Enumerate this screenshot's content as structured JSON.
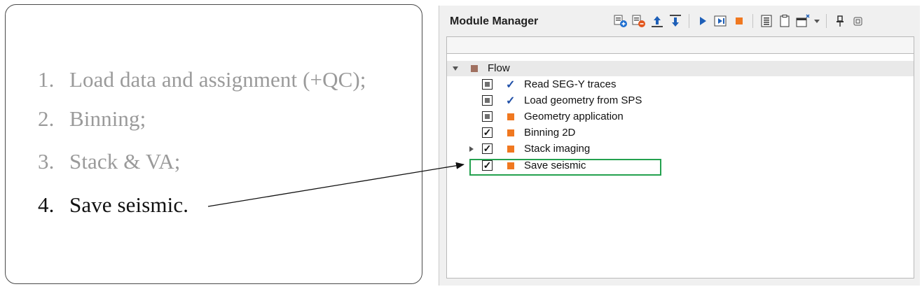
{
  "steps": [
    {
      "num": "1.",
      "text": "Load data and assignment (+QC);",
      "active": false
    },
    {
      "num": "2.",
      "text": "Binning;",
      "active": false
    },
    {
      "num": "3.",
      "text": "Stack & VA;",
      "active": false
    },
    {
      "num": "4.",
      "text": "Save seismic.",
      "active": true
    }
  ],
  "module_manager": {
    "title": "Module Manager",
    "toolbar_icons": [
      "add-module-icon",
      "remove-module-icon",
      "move-up-icon",
      "move-down-icon",
      "run-icon",
      "run-step-icon",
      "stop-icon",
      "log-icon",
      "clipboard-icon",
      "window-options-icon",
      "dropdown-icon",
      "pin-icon",
      "float-icon"
    ],
    "flow": {
      "label": "Flow",
      "color": "#a07060",
      "expanded": true,
      "modules": [
        {
          "label": "Read SEG-Y traces",
          "checkbox": "partial",
          "status": "done",
          "expandable": false
        },
        {
          "label": "Load geometry from SPS",
          "checkbox": "partial",
          "status": "done",
          "expandable": false
        },
        {
          "label": "Geometry application",
          "checkbox": "partial",
          "status": "pending",
          "expandable": false
        },
        {
          "label": "Binning 2D",
          "checkbox": "checked",
          "status": "pending",
          "expandable": false
        },
        {
          "label": "Stack imaging",
          "checkbox": "checked",
          "status": "pending",
          "expandable": true
        },
        {
          "label": "Save seismic",
          "checkbox": "checked",
          "status": "pending",
          "expandable": false,
          "highlighted": true
        }
      ]
    }
  },
  "colors": {
    "pending_status": "#f07820",
    "done_status": "#1f4fa8",
    "highlight_border": "#24a14f",
    "flow_square": "#a07060"
  },
  "glyphs": {
    "check": "✓",
    "checkbox_mark": "✓"
  }
}
